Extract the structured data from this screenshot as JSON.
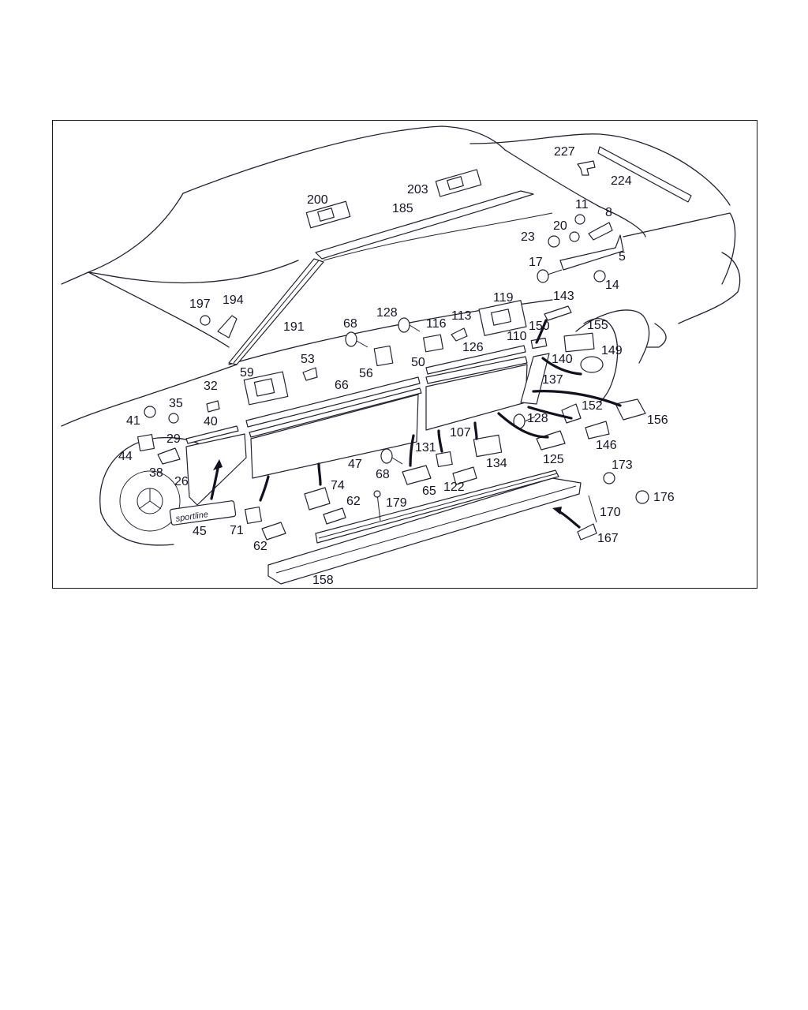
{
  "diagram": {
    "badge_text": "sportline",
    "labels": {
      "l227": "227",
      "l224": "224",
      "l200": "200",
      "l203": "203",
      "l185": "185",
      "l11": "11",
      "l8": "8",
      "l20": "20",
      "l23": "23",
      "l5": "5",
      "l17": "17",
      "l14": "14",
      "l197": "197",
      "l194": "194",
      "l191": "191",
      "l119": "119",
      "l143": "143",
      "l128a": "128",
      "l68a": "68",
      "l116": "116",
      "l113": "113",
      "l150": "150",
      "l155": "155",
      "l126": "126",
      "l110": "110",
      "l149": "149",
      "l59": "59",
      "l53": "53",
      "l56": "56",
      "l50": "50",
      "l140": "140",
      "l66": "66",
      "l137": "137",
      "l32": "32",
      "l35": "35",
      "l152": "152",
      "l41": "41",
      "l40": "40",
      "l128b": "128",
      "l156": "156",
      "l29": "29",
      "l107": "107",
      "l146": "146",
      "l44": "44",
      "l131": "131",
      "l125": "125",
      "l134": "134",
      "l47": "47",
      "l173": "173",
      "l38": "38",
      "l68b": "68",
      "l26": "26",
      "l74": "74",
      "l65": "65",
      "l122": "122",
      "l176": "176",
      "l62a": "62",
      "l179": "179",
      "l170": "170",
      "l45": "45",
      "l71": "71",
      "l62b": "62",
      "l167": "167",
      "l158": "158"
    }
  }
}
